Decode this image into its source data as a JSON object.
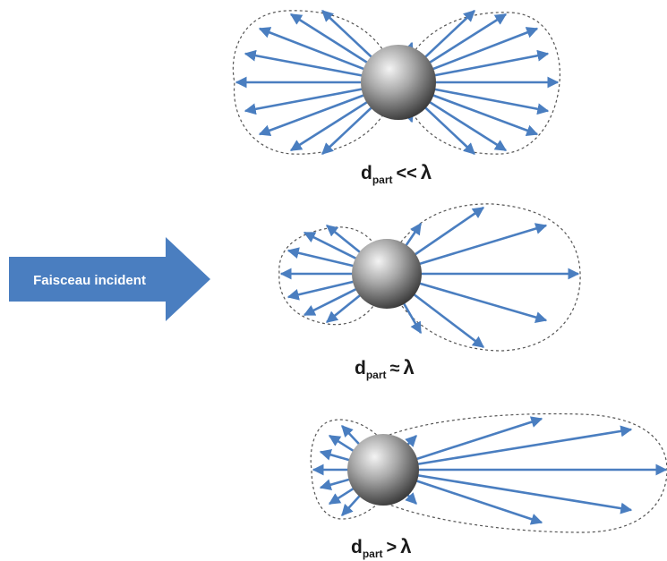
{
  "incident_beam": {
    "label": "Faisceau incident",
    "arrow_color": "#4A7EC0",
    "text_color": "#ffffff"
  },
  "scattering_cases": [
    {
      "d": "d",
      "subscript": "part",
      "relation": "<<",
      "lambda": "λ"
    },
    {
      "d": "d",
      "subscript": "part",
      "relation": "≈",
      "lambda": "λ"
    },
    {
      "d": "d",
      "subscript": "part",
      "relation": ">",
      "lambda": "λ"
    }
  ],
  "colors": {
    "ray_arrows": "#4A7EC0",
    "envelope_outline": "#555555",
    "particle_light": "#f4f4f4",
    "particle_dark": "#3c3c3c"
  }
}
